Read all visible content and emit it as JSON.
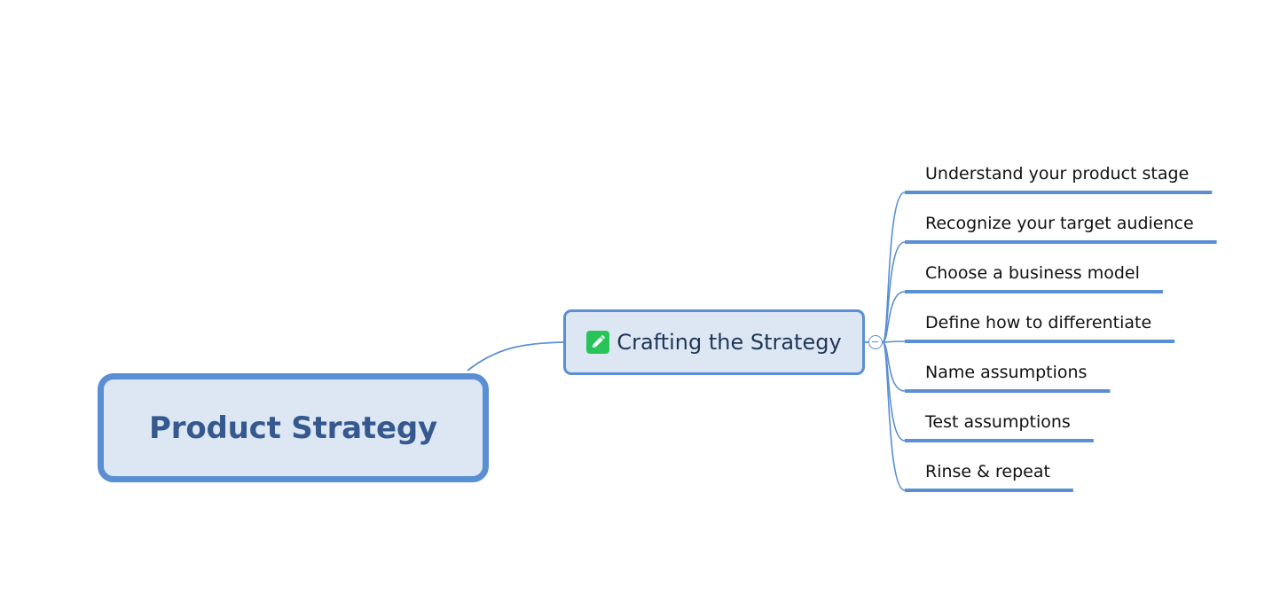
{
  "mindmap": {
    "root": {
      "label": "Product Strategy"
    },
    "main_topic": {
      "label": "Crafting the Strategy",
      "icon": "pencil-edit-icon",
      "icon_color": "#28c45a"
    },
    "subtopics": [
      "Understand your product stage",
      "Recognize your target audience",
      "Choose a business model",
      "Define how to differentiate",
      "Name assumptions",
      "Test assumptions",
      "Rinse & repeat"
    ],
    "colors": {
      "line": "#5b8fd3",
      "node_fill": "#dde6f3",
      "root_text": "#35598e",
      "topic_text": "#1f3659"
    }
  }
}
